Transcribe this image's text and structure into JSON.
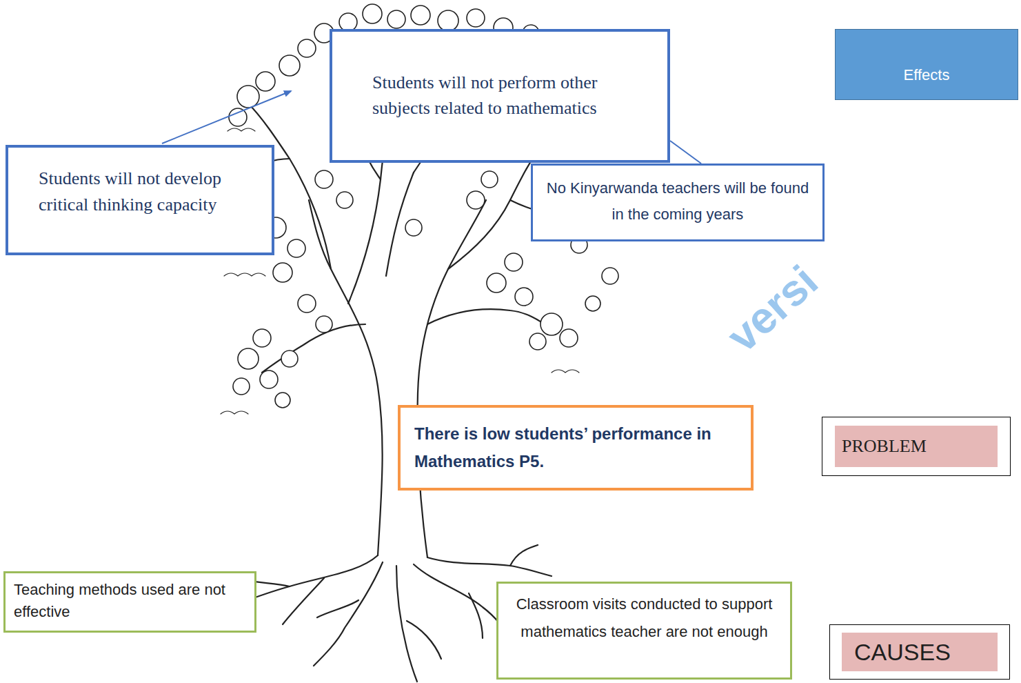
{
  "diagram": {
    "nodes": [
      {
        "text": [
          "Students will not perform other subjects related to mathematics"
        ]
      },
      {
        "text": [
          "Effects"
        ]
      },
      {
        "text": [
          "Students will not develop critical thinking capacity"
        ]
      },
      {
        "text": [
          "No Kinyarwanda teachers will be found in the coming years"
        ]
      },
      {
        "text": [
          "There is low students’ performance in Mathematics P5."
        ]
      },
      {
        "text": [
          "PROBLEM"
        ]
      },
      {
        "text": [
          "Teaching methods used are not effective"
        ]
      },
      {
        "text": [
          "Classroom visits conducted to support mathematics teacher are not enough"
        ]
      },
      {
        "text": [
          "CAUSES"
        ]
      }
    ],
    "edges": [
      {
        "from": 3,
        "to": 0,
        "arrow": "none"
      }
    ],
    "labels": [
      "versi"
    ]
  }
}
